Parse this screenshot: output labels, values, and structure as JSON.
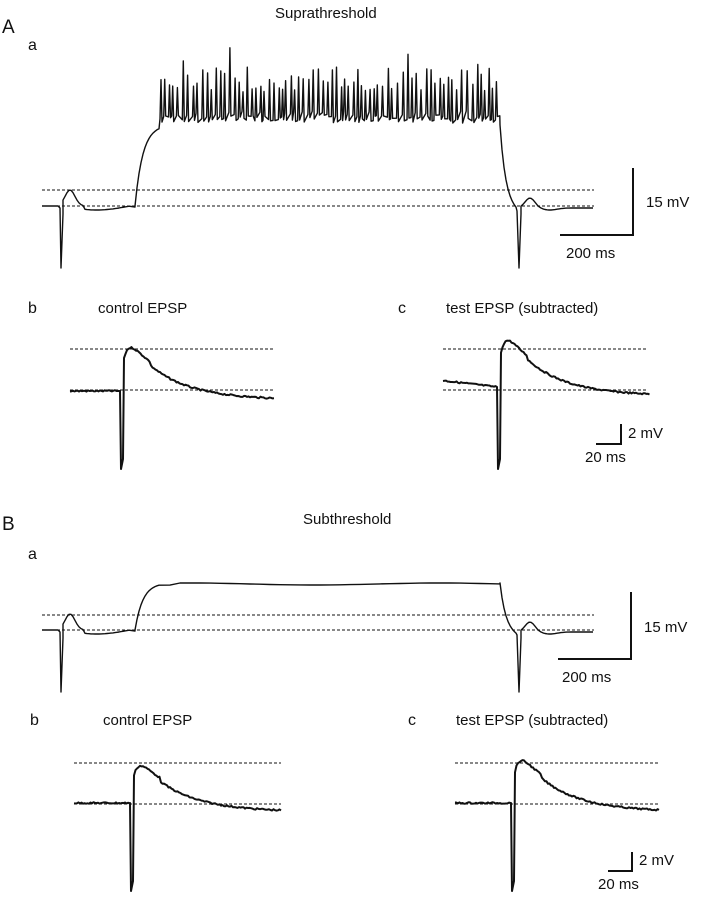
{
  "panelA": {
    "letter": "A",
    "title": "Suprathreshold",
    "a_label": "a",
    "b_label": "b",
    "c_label": "c",
    "control_title": "control EPSP",
    "test_title": "test EPSP (subtracted)",
    "scale_long_v": "15 mV",
    "scale_long_t": "200 ms",
    "scale_short_v": "2 mV",
    "scale_short_t": "20 ms"
  },
  "panelB": {
    "letter": "B",
    "title": "Subthreshold",
    "a_label": "a",
    "b_label": "b",
    "c_label": "c",
    "control_title": "control EPSP",
    "test_title": "test EPSP (subtracted)",
    "scale_long_v": "15 mV",
    "scale_long_t": "200 ms",
    "scale_short_v": "2 mV",
    "scale_short_t": "20 ms"
  }
}
